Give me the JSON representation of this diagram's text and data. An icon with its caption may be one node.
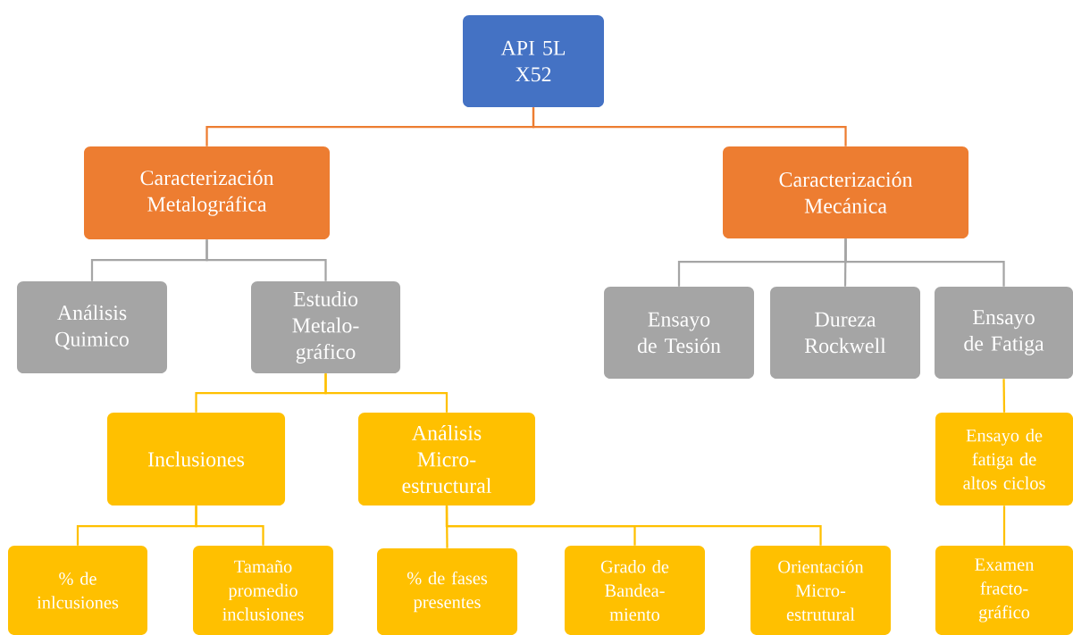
{
  "diagram": {
    "nodes": [
      {
        "text": [
          "API 5L X52"
        ]
      },
      {
        "text": [
          "Caracterización Metalográfica"
        ]
      },
      {
        "text": [
          "Caracterización Mecánica"
        ]
      },
      {
        "text": [
          "Análisis Quimico"
        ]
      },
      {
        "text": [
          "Estudio Metalo- gráfico"
        ]
      },
      {
        "text": [
          "Ensayo de Tesión"
        ]
      },
      {
        "text": [
          "Dureza Rockwell"
        ]
      },
      {
        "text": [
          "Ensayo de Fatiga"
        ]
      },
      {
        "text": [
          "Inclusiones"
        ]
      },
      {
        "text": [
          "Análisis Micro- estructural"
        ]
      },
      {
        "text": [
          "Ensayo de fatiga de altos ciclos"
        ]
      },
      {
        "text": [
          "% de inlcusiones"
        ]
      },
      {
        "text": [
          "Tamaño promedio inclusiones"
        ]
      },
      {
        "text": [
          "% de fases presentes"
        ]
      },
      {
        "text": [
          "Grado de Bandea- miento"
        ]
      },
      {
        "text": [
          "Orientación Micro- estrutural"
        ]
      },
      {
        "text": [
          "Examen fracto- gráfico"
        ]
      }
    ],
    "edges": [
      {
        "from": 0,
        "to": 1,
        "arrow": "none",
        "color": "#ed7d31"
      },
      {
        "from": 0,
        "to": 2,
        "arrow": "none",
        "color": "#ed7d31"
      },
      {
        "from": 1,
        "to": 3,
        "arrow": "none",
        "color": "#a5a5a5"
      },
      {
        "from": 1,
        "to": 4,
        "arrow": "none",
        "color": "#a5a5a5"
      },
      {
        "from": 2,
        "to": 5,
        "arrow": "none",
        "color": "#a5a5a5"
      },
      {
        "from": 2,
        "to": 6,
        "arrow": "none",
        "color": "#a5a5a5"
      },
      {
        "from": 2,
        "to": 7,
        "arrow": "none",
        "color": "#a5a5a5"
      },
      {
        "from": 4,
        "to": 8,
        "arrow": "none"
      },
      {
        "from": 4,
        "to": 9,
        "arrow": "none"
      },
      {
        "from": 7,
        "to": 10,
        "arrow": "none"
      },
      {
        "from": 8,
        "to": 11,
        "arrow": "none"
      },
      {
        "from": 8,
        "to": 12,
        "arrow": "none"
      },
      {
        "from": 9,
        "to": 13,
        "arrow": "none"
      },
      {
        "from": 9,
        "to": 14,
        "arrow": "none"
      },
      {
        "from": 9,
        "to": 15,
        "arrow": "none"
      },
      {
        "from": 10,
        "to": 16,
        "arrow": "none"
      }
    ]
  }
}
